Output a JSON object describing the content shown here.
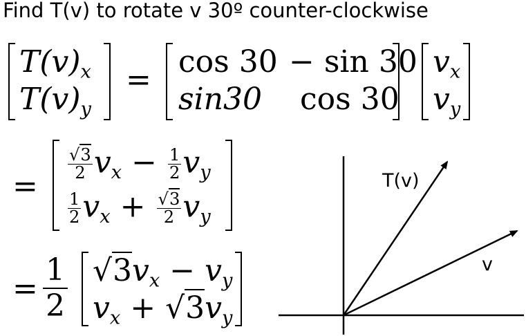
{
  "heading": "Find T(v) to rotate v 30º counter-clockwise",
  "equation": {
    "lhs": {
      "row1": "T(v)",
      "row1_sub": "x",
      "row2": "T(v)",
      "row2_sub": "y"
    },
    "equals": "=",
    "matrix": {
      "r1c1": "cos 30",
      "r1c2": "− sin 30",
      "r2c1": "sin30",
      "r2c2": "cos 30"
    },
    "vector": {
      "row1": "v",
      "row1_sub": "x",
      "row2": "v",
      "row2_sub": "y"
    }
  },
  "step1": {
    "equals": "=",
    "row1": {
      "frac_num": "3",
      "frac_den": "2",
      "var1": "v",
      "sub1": "x",
      "op": "−",
      "frac2_num": "1",
      "frac2_den": "2",
      "var2": "v",
      "sub2": "y"
    },
    "row2": {
      "frac_num": "1",
      "frac_den": "2",
      "var1": "v",
      "sub1": "x",
      "op": "+",
      "frac2_num": "3",
      "frac2_den": "2",
      "var2": "v",
      "sub2": "y"
    }
  },
  "step2": {
    "equals": "=",
    "scalar_num": "1",
    "scalar_den": "2",
    "row1": {
      "radicand": "3",
      "var1": "v",
      "sub1": "x",
      "op": "−",
      "var2": "v",
      "sub2": "y"
    },
    "row2": {
      "var1": "v",
      "sub1": "x",
      "op": "+",
      "radicand": "3",
      "var2": "v",
      "sub2": "y"
    }
  },
  "diagram": {
    "rotated_label": "T(v)",
    "original_label": "v"
  }
}
